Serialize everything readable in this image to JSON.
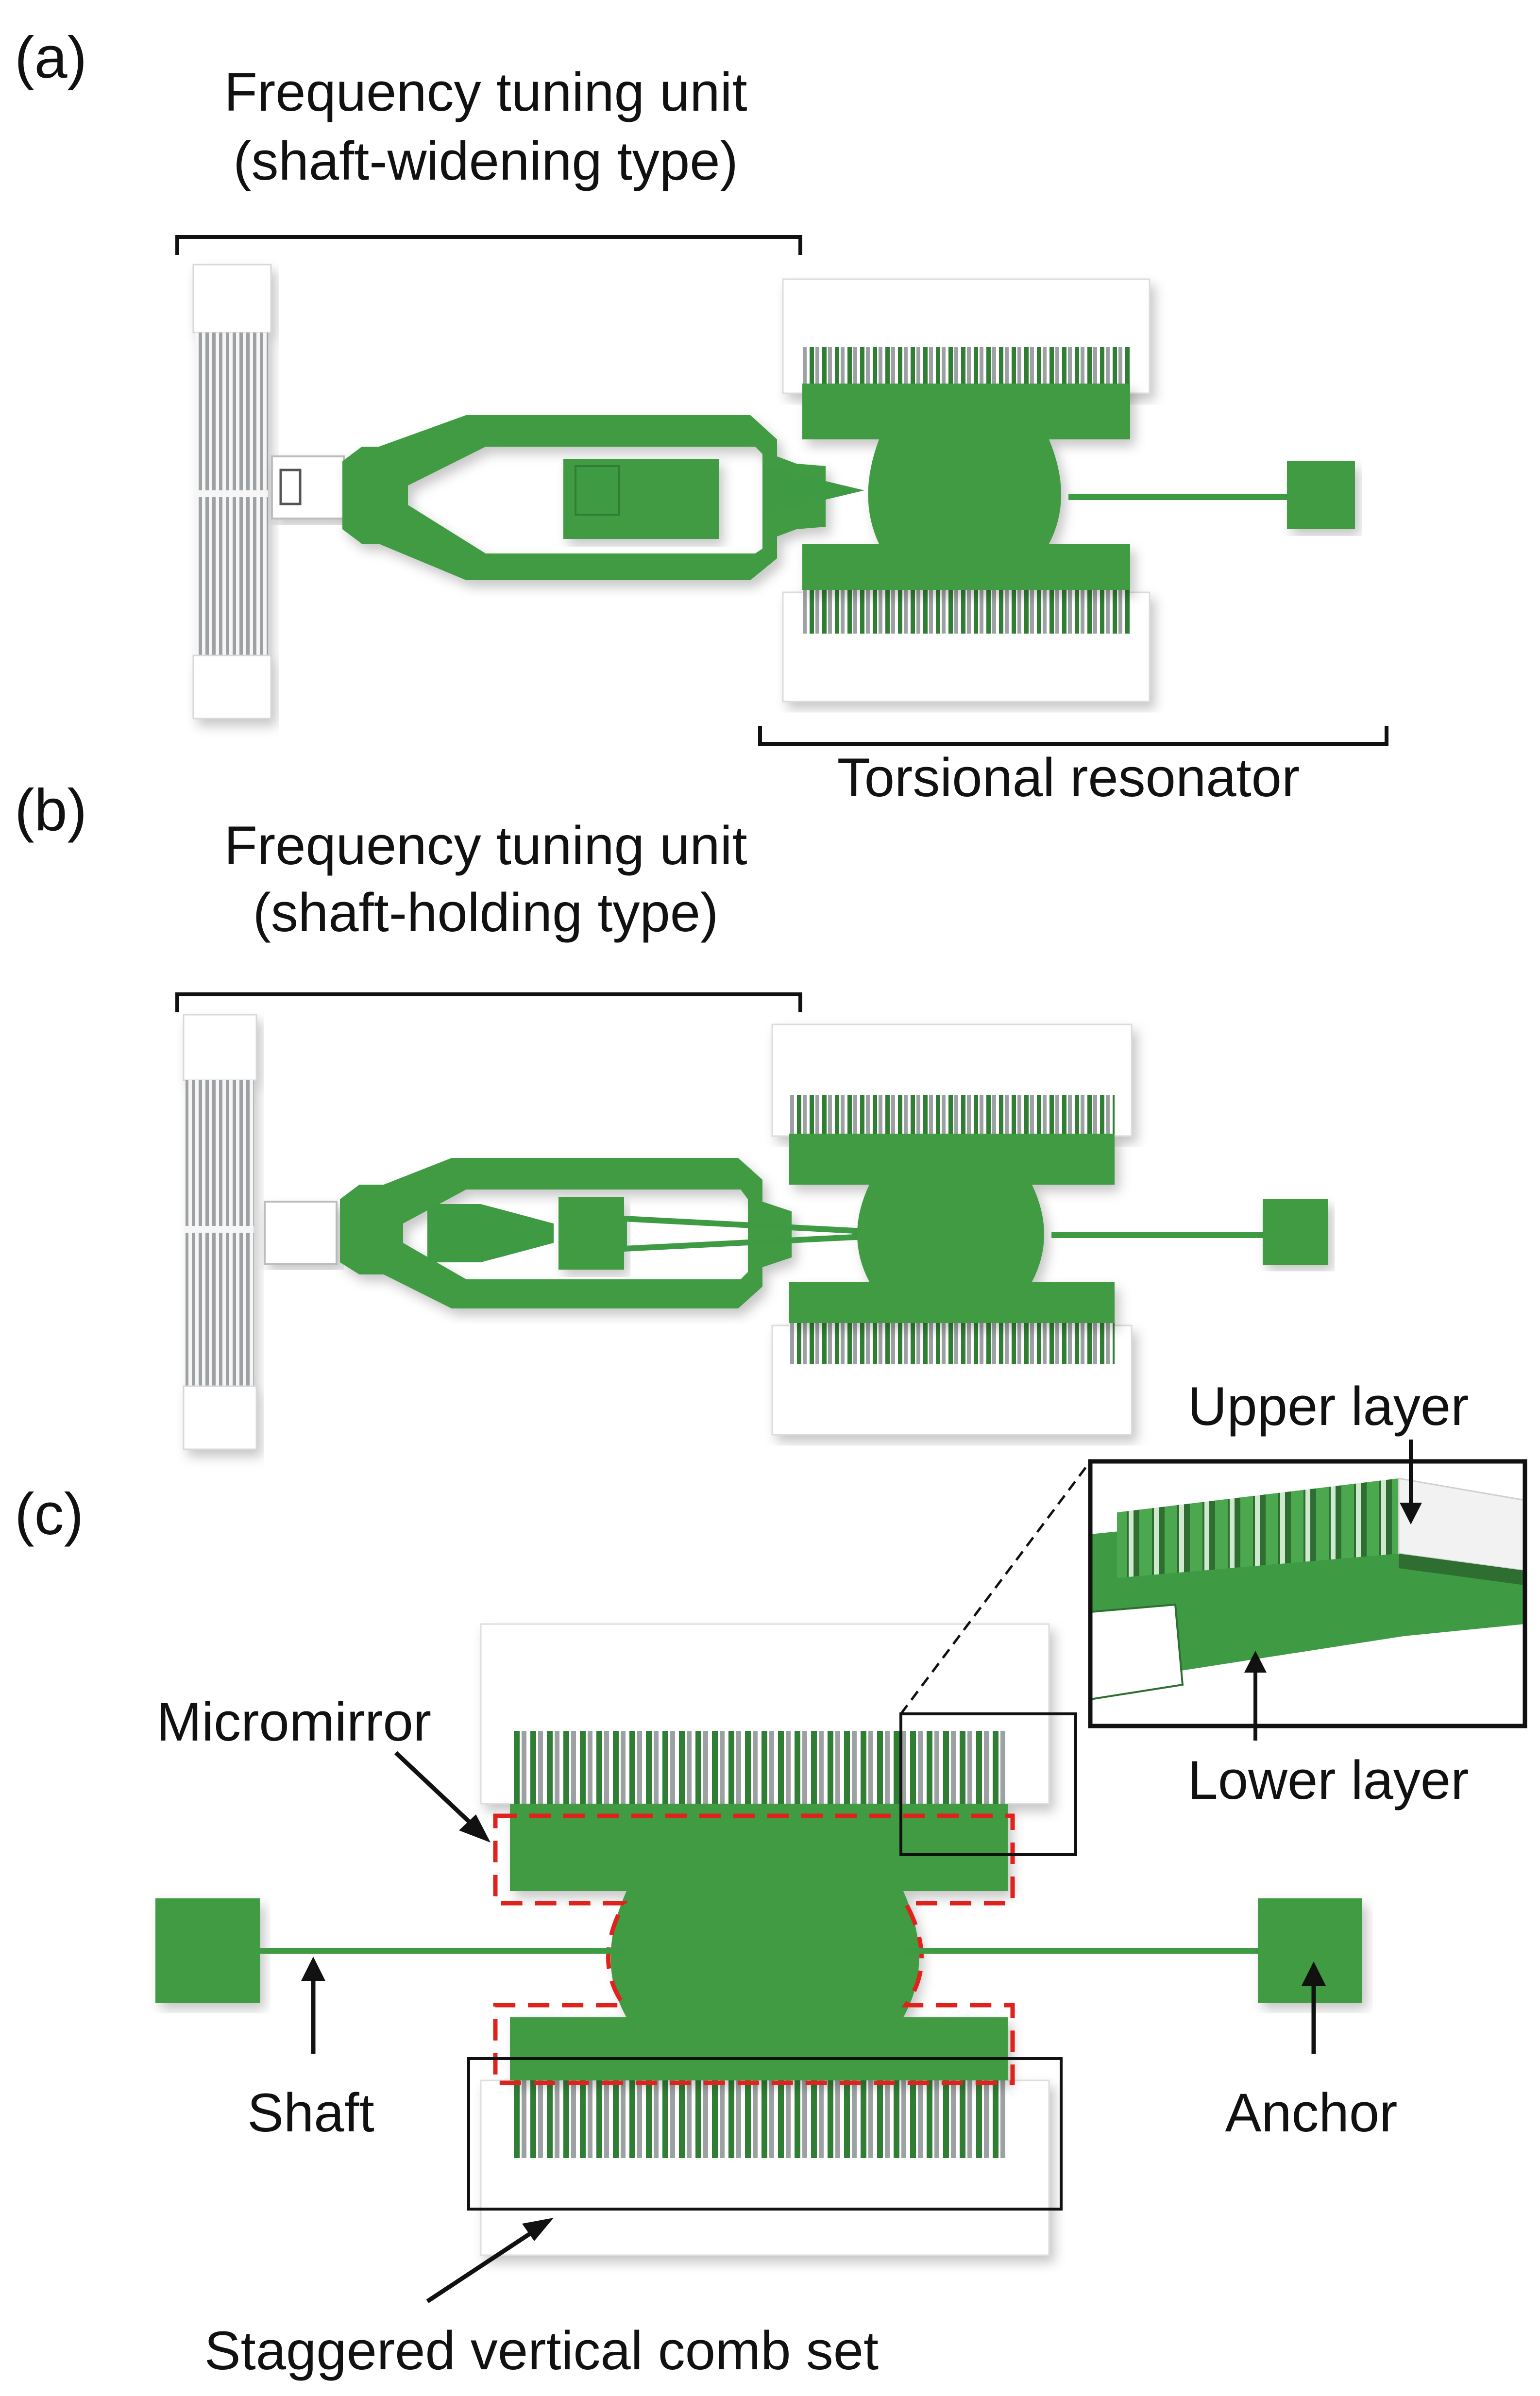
{
  "panels": {
    "a": {
      "label": "(a)",
      "title_line1": "Frequency tuning unit",
      "title_line2": "(shaft-widening type)",
      "resonator_label": "Torsional resonator"
    },
    "b": {
      "label": "(b)",
      "title_line1": "Frequency tuning unit",
      "title_line2": "(shaft-holding type)"
    },
    "c": {
      "label": "(c)",
      "micromirror": "Micromirror",
      "shaft": "Shaft",
      "anchor": "Anchor",
      "comb": "Staggered vertical comb set",
      "upper_layer": "Upper layer",
      "lower_layer": "Lower layer"
    }
  },
  "colors": {
    "device_green": "#3f9b43",
    "frame_white": "#ffffff",
    "spring_gray": "#a9abae",
    "outline_black": "#111111",
    "dashed_red": "#e0221d"
  }
}
